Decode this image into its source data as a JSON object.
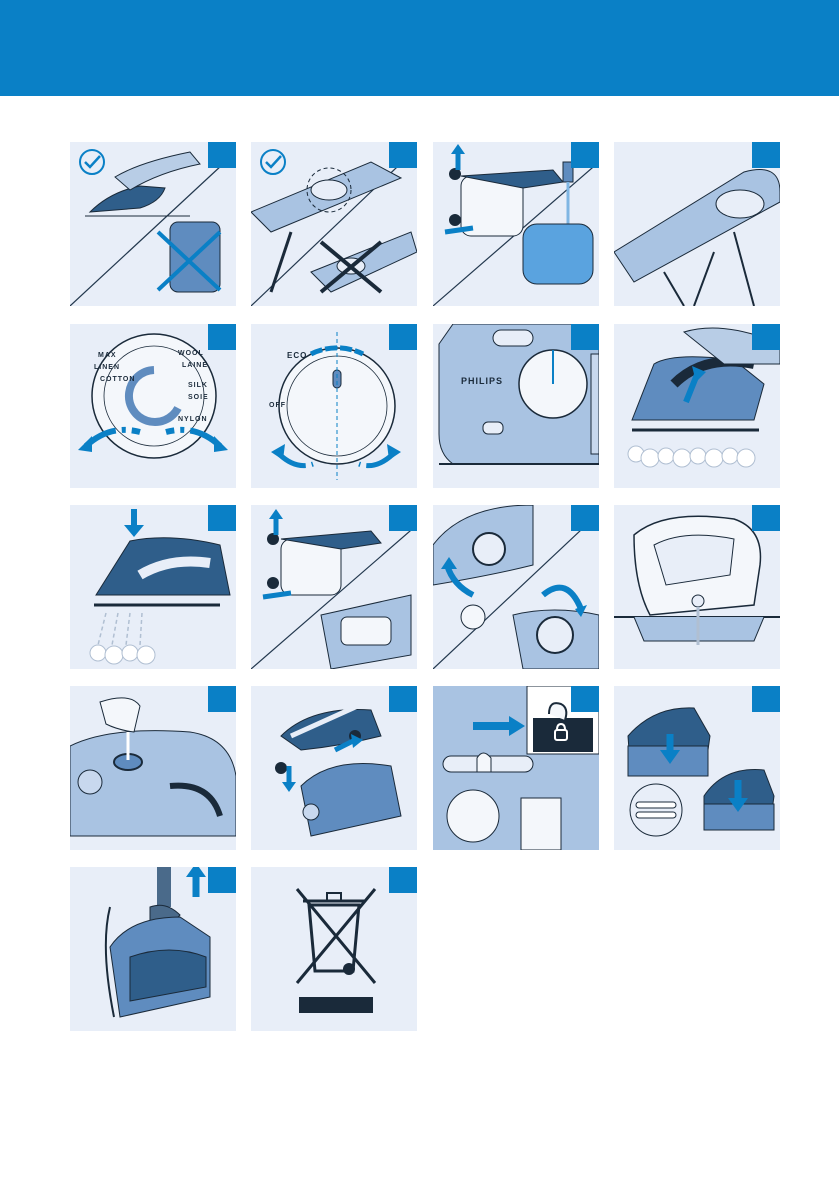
{
  "header": {
    "color": "#0a80c6"
  },
  "brand": {
    "logo": "PHILIPS"
  },
  "dial": {
    "eco": "ECO",
    "off": "OFF",
    "settings": [
      "MAX",
      "LINEN",
      "COTTON",
      "WOOL",
      "LAINE",
      "SILK",
      "SOIE",
      "NYLON"
    ]
  },
  "panels": [
    {
      "id": 1,
      "icon": "iron-on-board-check-icon"
    },
    {
      "id": 2,
      "icon": "ironing-board-rest-check-icon"
    },
    {
      "id": 3,
      "icon": "fill-water-tank-icon"
    },
    {
      "id": 4,
      "icon": "ironing-board-icon"
    },
    {
      "id": 5,
      "icon": "temperature-dial-icon"
    },
    {
      "id": 6,
      "icon": "eco-dial-icon"
    },
    {
      "id": 7,
      "icon": "appliance-dial-icon"
    },
    {
      "id": 8,
      "icon": "steam-trigger-icon"
    },
    {
      "id": 9,
      "icon": "vertical-steam-icon"
    },
    {
      "id": 10,
      "icon": "shake-tank-icon"
    },
    {
      "id": 11,
      "icon": "unscrew-cap-icon"
    },
    {
      "id": 12,
      "icon": "base-over-sink-icon"
    },
    {
      "id": 13,
      "icon": "pour-water-icon"
    },
    {
      "id": 14,
      "icon": "place-iron-icon"
    },
    {
      "id": 15,
      "icon": "lock-slider-icon"
    },
    {
      "id": 16,
      "icon": "store-iron-icon"
    },
    {
      "id": 17,
      "icon": "carry-iron-icon"
    },
    {
      "id": 18,
      "icon": "weee-bin-icon"
    }
  ]
}
